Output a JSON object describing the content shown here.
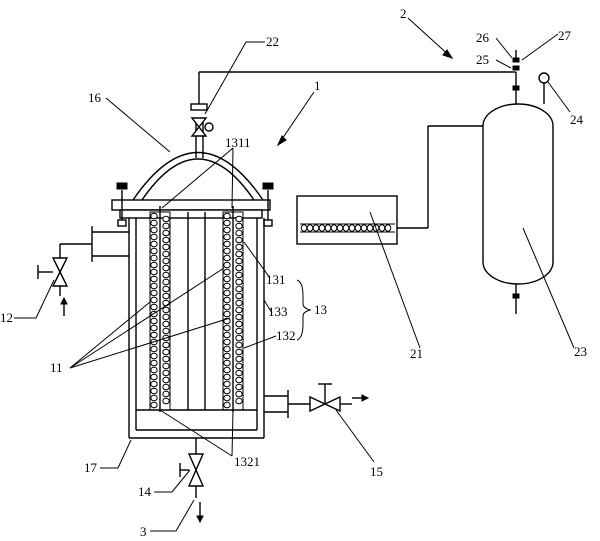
{
  "labels": {
    "l1": "1",
    "l2": "2",
    "l3": "3",
    "l11": "11",
    "l12": "12",
    "l13": "13",
    "l14": "14",
    "l15": "15",
    "l16": "16",
    "l17": "17",
    "l21": "21",
    "l22": "22",
    "l23": "23",
    "l24": "24",
    "l25": "25",
    "l26": "26",
    "l27": "27",
    "l131": "131",
    "l132": "132",
    "l133": "133",
    "l1311": "1311",
    "l1321": "1321"
  }
}
